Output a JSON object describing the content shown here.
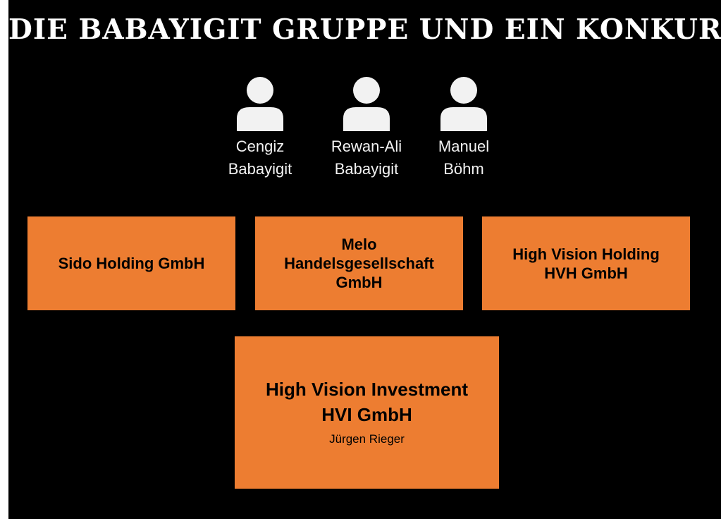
{
  "title": "DIE BABAYIGIT GRUPPE UND EIN KONKURS",
  "people": [
    {
      "icon": "person-icon",
      "line1": "Cengiz",
      "line2": "Babayigit"
    },
    {
      "icon": "person-icon",
      "line1": "Rewan-Ali",
      "line2": "Babayigit"
    },
    {
      "icon": "person-icon",
      "line1": "Manuel",
      "line2": "Böhm"
    }
  ],
  "companies": [
    {
      "lines": [
        "Sido Holding GmbH"
      ]
    },
    {
      "lines": [
        "Melo",
        "Handelsgesellschaft",
        "GmbH"
      ]
    },
    {
      "lines": [
        "High Vision Holding",
        "HVH GmbH"
      ]
    }
  ],
  "main_company": {
    "line1": "High Vision Investment",
    "line2": "HVI GmbH",
    "person": "Jürgen Rieger"
  },
  "colors": {
    "background": "#000000",
    "box": "#ed7d31",
    "text_light": "#ffffff",
    "text_dark": "#000000"
  }
}
